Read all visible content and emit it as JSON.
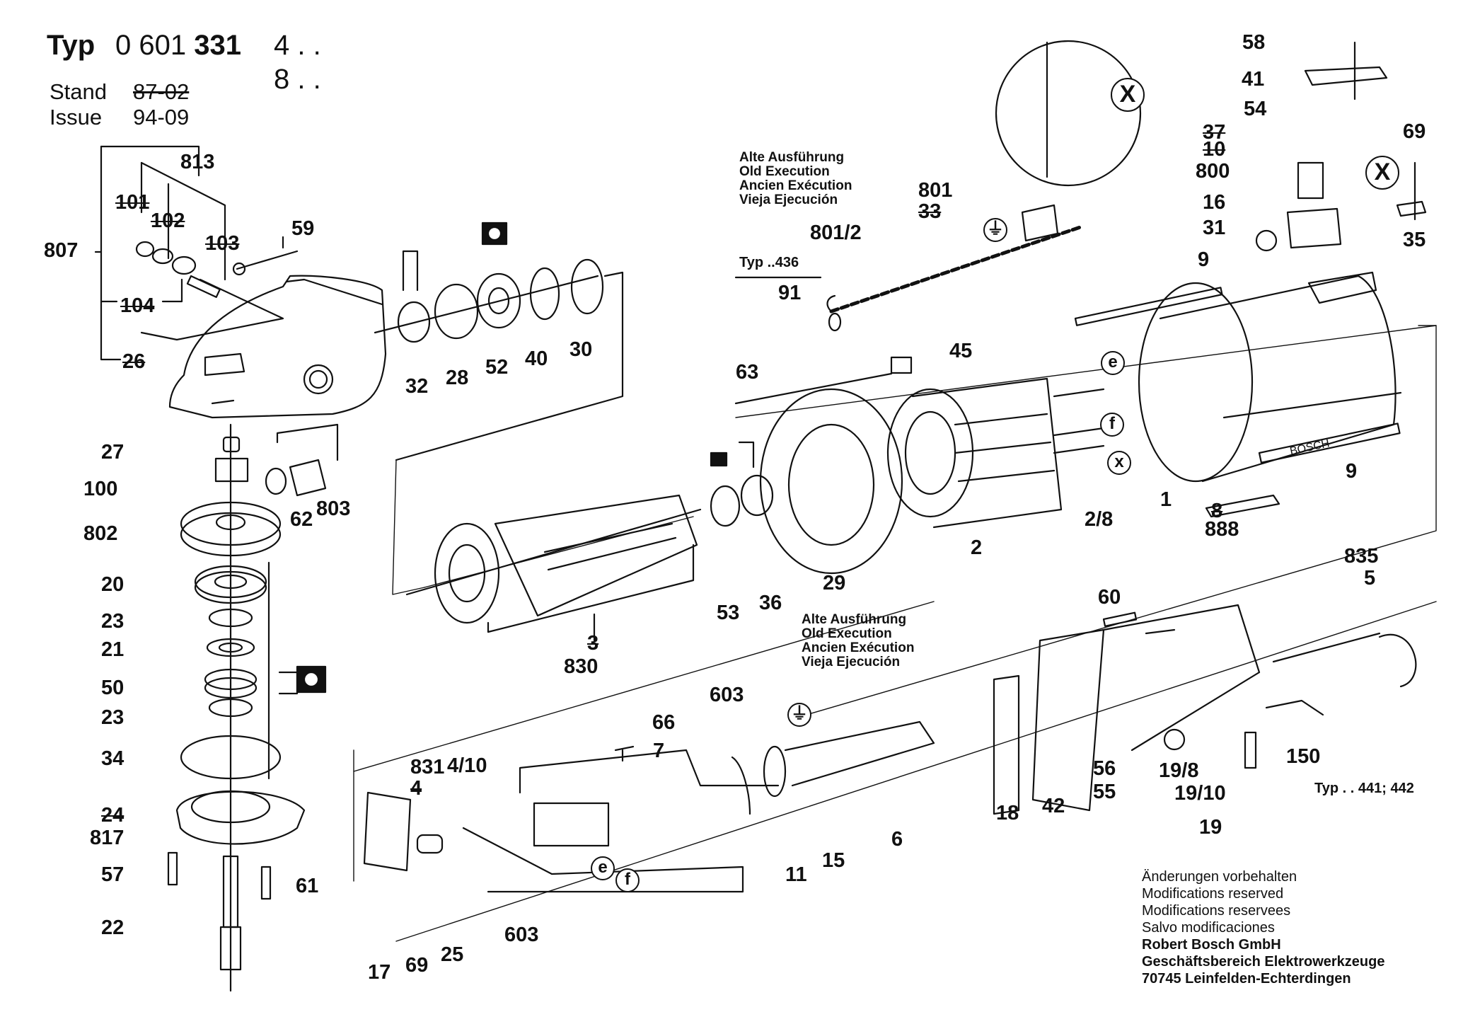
{
  "header": {
    "typ_label": "Typ",
    "model_prefix": "0 601",
    "model_number": "331",
    "variant_1": "4 . .",
    "variant_2": "8 . .",
    "stand_label": "Stand",
    "stand_value_struck": "87-02",
    "issue_label": "Issue",
    "issue_value": "94-09"
  },
  "old_execution_note": {
    "lines": [
      "Alte Ausführung",
      "Old Execution",
      "Ancien Exécution",
      "Vieja Ejecución"
    ]
  },
  "type_notes": {
    "typ_436": "Typ ..436",
    "typ_441_442": "Typ . . 441; 442"
  },
  "symbols": {
    "ground": "⏚",
    "marker_x": "X",
    "marker_e": "e",
    "marker_f": "f",
    "marker_x_small": "x"
  },
  "part_labels": [
    {
      "id": "813",
      "struck": false
    },
    {
      "id": "101",
      "struck": true
    },
    {
      "id": "102",
      "struck": true
    },
    {
      "id": "103",
      "struck": true
    },
    {
      "id": "807",
      "struck": false
    },
    {
      "id": "104",
      "struck": true
    },
    {
      "id": "26",
      "struck": true
    },
    {
      "id": "59",
      "struck": false
    },
    {
      "id": "27",
      "struck": false
    },
    {
      "id": "100",
      "struck": false
    },
    {
      "id": "62",
      "struck": false
    },
    {
      "id": "803",
      "struck": false
    },
    {
      "id": "802",
      "struck": false
    },
    {
      "id": "20",
      "struck": false
    },
    {
      "id": "23",
      "struck": false
    },
    {
      "id": "21",
      "struck": false
    },
    {
      "id": "50",
      "struck": false
    },
    {
      "id": "23b",
      "text": "23",
      "struck": false
    },
    {
      "id": "34",
      "struck": false
    },
    {
      "id": "24",
      "struck": true
    },
    {
      "id": "817",
      "struck": false
    },
    {
      "id": "57",
      "struck": false
    },
    {
      "id": "61",
      "struck": false
    },
    {
      "id": "22",
      "struck": false
    },
    {
      "id": "32",
      "struck": false
    },
    {
      "id": "28",
      "struck": false
    },
    {
      "id": "52",
      "struck": false
    },
    {
      "id": "40",
      "struck": false
    },
    {
      "id": "30",
      "struck": false
    },
    {
      "id": "3",
      "struck": true
    },
    {
      "id": "830",
      "struck": false
    },
    {
      "id": "53",
      "struck": false
    },
    {
      "id": "36",
      "struck": false
    },
    {
      "id": "29",
      "struck": false
    },
    {
      "id": "63",
      "struck": false
    },
    {
      "id": "45",
      "struck": false
    },
    {
      "id": "2",
      "struck": false
    },
    {
      "id": "2/8",
      "struck": false
    },
    {
      "id": "1",
      "struck": false
    },
    {
      "id": "8",
      "struck": true
    },
    {
      "id": "888",
      "struck": false
    },
    {
      "id": "9",
      "struck": false
    },
    {
      "id": "9b",
      "text": "9",
      "struck": false
    },
    {
      "id": "801",
      "struck": false
    },
    {
      "id": "33",
      "struck": true
    },
    {
      "id": "801/2",
      "struck": false
    },
    {
      "id": "91",
      "struck": false
    },
    {
      "id": "58",
      "struck": false
    },
    {
      "id": "41",
      "struck": false
    },
    {
      "id": "54",
      "struck": false
    },
    {
      "id": "37",
      "struck": true
    },
    {
      "id": "10",
      "struck": true
    },
    {
      "id": "800",
      "struck": false
    },
    {
      "id": "16",
      "struck": false
    },
    {
      "id": "31",
      "struck": false
    },
    {
      "id": "69",
      "struck": false
    },
    {
      "id": "35",
      "struck": false
    },
    {
      "id": "60",
      "struck": false
    },
    {
      "id": "835",
      "struck": false
    },
    {
      "id": "5",
      "struck": false
    },
    {
      "id": "603",
      "struck": false
    },
    {
      "id": "66",
      "struck": false
    },
    {
      "id": "7",
      "struck": false
    },
    {
      "id": "831",
      "struck": false
    },
    {
      "id": "4",
      "struck": true
    },
    {
      "id": "4/10",
      "struck": false
    },
    {
      "id": "11",
      "struck": false
    },
    {
      "id": "15",
      "struck": false
    },
    {
      "id": "6",
      "struck": false
    },
    {
      "id": "18",
      "struck": false
    },
    {
      "id": "42",
      "struck": false
    },
    {
      "id": "56",
      "struck": false
    },
    {
      "id": "55",
      "struck": false
    },
    {
      "id": "19/8",
      "struck": false
    },
    {
      "id": "19/10",
      "struck": false
    },
    {
      "id": "19",
      "struck": false
    },
    {
      "id": "150",
      "struck": false
    },
    {
      "id": "17",
      "struck": false
    },
    {
      "id": "69b",
      "text": "69",
      "struck": false
    },
    {
      "id": "25",
      "struck": false
    },
    {
      "id": "603b",
      "text": "603",
      "struck": false
    }
  ],
  "housing_brand": "BOSCH",
  "footer": {
    "lines": [
      "Änderungen vorbehalten",
      "Modifications reserved",
      "Modifications reservees",
      "Salvo modificaciones"
    ],
    "company": [
      "Robert Bosch GmbH",
      "Geschäftsbereich Elektrowerkzeuge",
      "70745 Leinfelden-Echterdingen"
    ]
  }
}
